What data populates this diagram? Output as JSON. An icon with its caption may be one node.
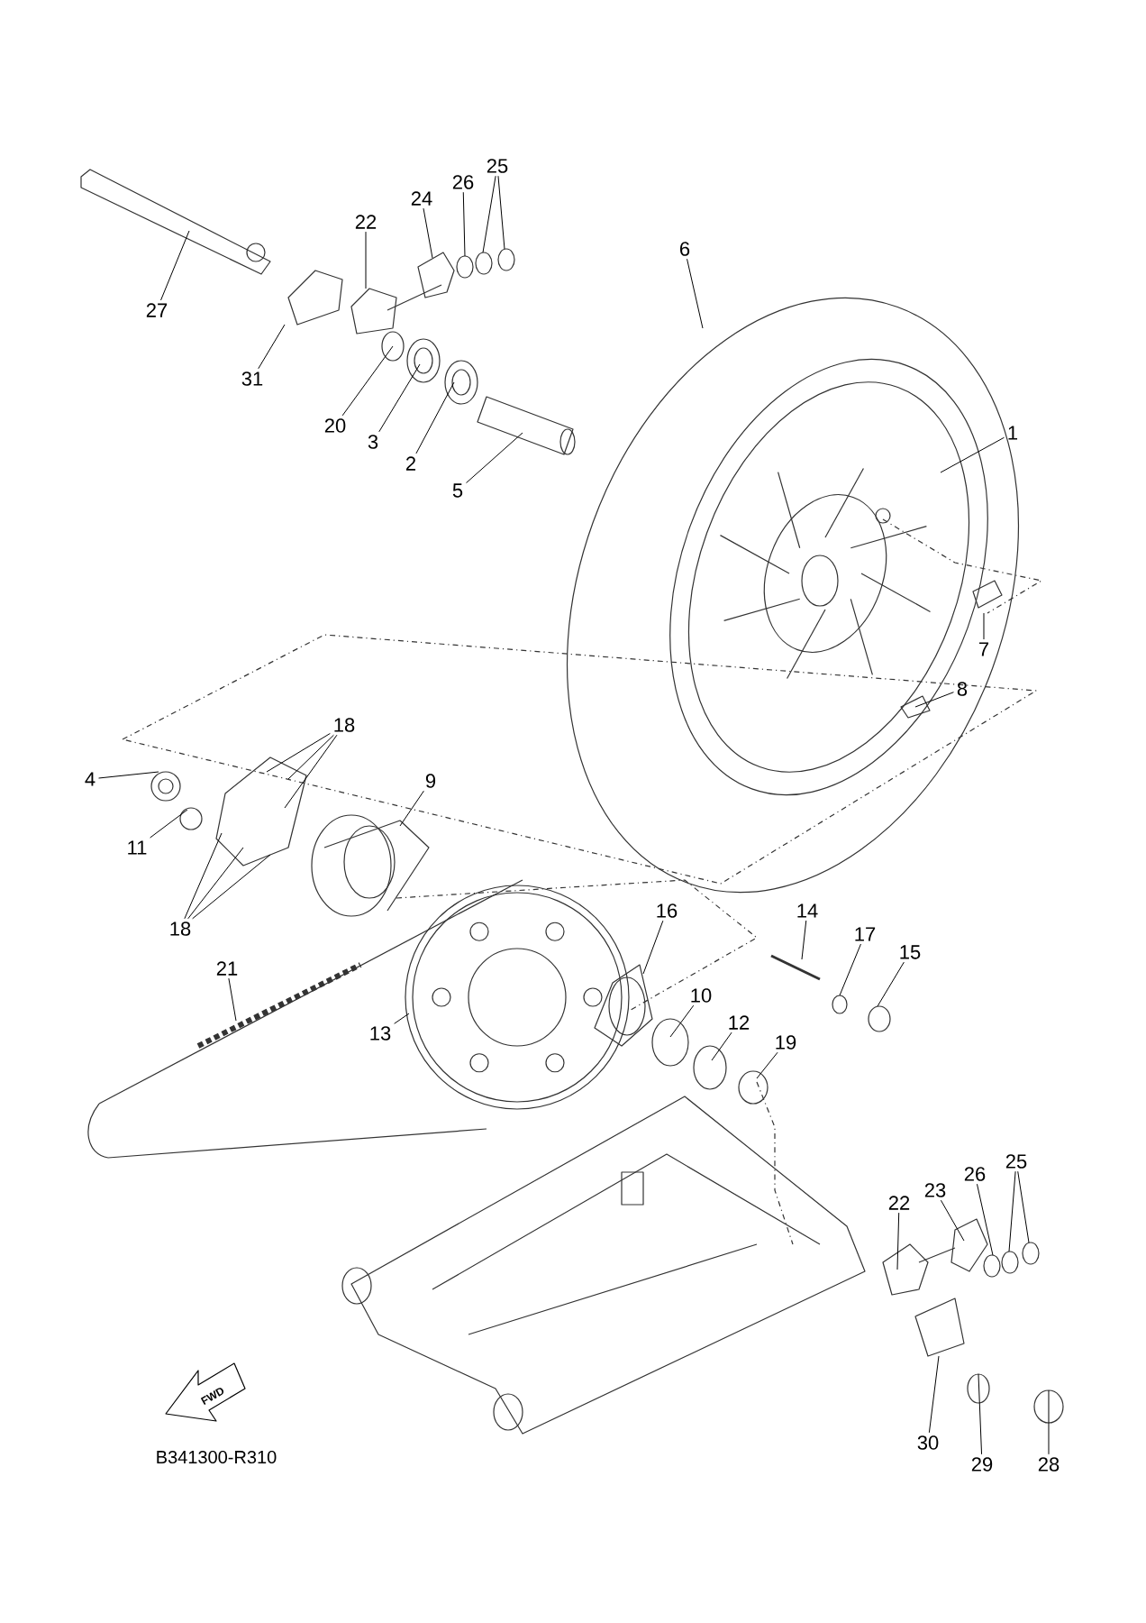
{
  "diagram": {
    "nodes": [
      {
        "text": [
          "27"
        ]
      },
      {
        "text": [
          "31"
        ]
      },
      {
        "text": [
          "22"
        ]
      },
      {
        "text": [
          "24"
        ]
      },
      {
        "text": [
          "26"
        ]
      },
      {
        "text": [
          "25"
        ]
      },
      {
        "text": [
          "20"
        ]
      },
      {
        "text": [
          "3"
        ]
      },
      {
        "text": [
          "2"
        ]
      },
      {
        "text": [
          "5"
        ]
      },
      {
        "text": [
          "6"
        ]
      },
      {
        "text": [
          "1"
        ]
      },
      {
        "text": [
          "7"
        ]
      },
      {
        "text": [
          "8"
        ]
      },
      {
        "text": [
          "18"
        ]
      },
      {
        "text": [
          "4"
        ]
      },
      {
        "text": [
          "11"
        ]
      },
      {
        "text": [
          "9"
        ]
      },
      {
        "text": [
          "18"
        ]
      },
      {
        "text": [
          "21"
        ]
      },
      {
        "text": [
          "13"
        ]
      },
      {
        "text": [
          "16"
        ]
      },
      {
        "text": [
          "14"
        ]
      },
      {
        "text": [
          "17"
        ]
      },
      {
        "text": [
          "15"
        ]
      },
      {
        "text": [
          "10"
        ]
      },
      {
        "text": [
          "12"
        ]
      },
      {
        "text": [
          "19"
        ]
      },
      {
        "text": [
          "22"
        ]
      },
      {
        "text": [
          "23"
        ]
      },
      {
        "text": [
          "26"
        ]
      },
      {
        "text": [
          "25"
        ]
      },
      {
        "text": [
          "30"
        ]
      },
      {
        "text": [
          "29"
        ]
      },
      {
        "text": [
          "28"
        ]
      }
    ],
    "edges": [
      {
        "from": 0,
        "to": null,
        "arrow": "none"
      },
      {
        "from": 1,
        "to": null,
        "arrow": "none"
      },
      {
        "from": 2,
        "to": null,
        "arrow": "none"
      },
      {
        "from": 3,
        "to": null,
        "arrow": "none"
      },
      {
        "from": 4,
        "to": null,
        "arrow": "none"
      },
      {
        "from": 5,
        "to": null,
        "arrow": "none"
      },
      {
        "from": 5,
        "to": null,
        "arrow": "none"
      },
      {
        "from": 6,
        "to": null,
        "arrow": "none"
      },
      {
        "from": 7,
        "to": null,
        "arrow": "none"
      },
      {
        "from": 8,
        "to": null,
        "arrow": "none"
      },
      {
        "from": 9,
        "to": null,
        "arrow": "none"
      },
      {
        "from": 10,
        "to": null,
        "arrow": "none"
      },
      {
        "from": 11,
        "to": null,
        "arrow": "none"
      },
      {
        "from": 12,
        "to": null,
        "arrow": "none"
      },
      {
        "from": 13,
        "to": null,
        "arrow": "none"
      },
      {
        "from": 14,
        "to": null,
        "arrow": "none"
      },
      {
        "from": 14,
        "to": null,
        "arrow": "none"
      },
      {
        "from": 14,
        "to": null,
        "arrow": "none"
      },
      {
        "from": 15,
        "to": null,
        "arrow": "none"
      },
      {
        "from": 16,
        "to": null,
        "arrow": "none"
      },
      {
        "from": 17,
        "to": null,
        "arrow": "none"
      },
      {
        "from": 18,
        "to": null,
        "arrow": "none"
      },
      {
        "from": 18,
        "to": null,
        "arrow": "none"
      },
      {
        "from": 18,
        "to": null,
        "arrow": "none"
      },
      {
        "from": 19,
        "to": null,
        "arrow": "none"
      },
      {
        "from": 20,
        "to": null,
        "arrow": "none"
      },
      {
        "from": 21,
        "to": null,
        "arrow": "none"
      },
      {
        "from": 22,
        "to": null,
        "arrow": "none"
      },
      {
        "from": 23,
        "to": null,
        "arrow": "none"
      },
      {
        "from": 24,
        "to": null,
        "arrow": "none"
      },
      {
        "from": 25,
        "to": null,
        "arrow": "none"
      },
      {
        "from": 26,
        "to": null,
        "arrow": "none"
      },
      {
        "from": 27,
        "to": null,
        "arrow": "none"
      },
      {
        "from": 28,
        "to": null,
        "arrow": "none"
      },
      {
        "from": 29,
        "to": null,
        "arrow": "none"
      },
      {
        "from": 30,
        "to": null,
        "arrow": "none"
      },
      {
        "from": 31,
        "to": null,
        "arrow": "none"
      },
      {
        "from": 31,
        "to": null,
        "arrow": "none"
      },
      {
        "from": 32,
        "to": null,
        "arrow": "none"
      },
      {
        "from": 33,
        "to": null,
        "arrow": "none"
      },
      {
        "from": 34,
        "to": null,
        "arrow": "none"
      }
    ],
    "labels": [
      "FWD",
      "B341300-R310"
    ]
  }
}
